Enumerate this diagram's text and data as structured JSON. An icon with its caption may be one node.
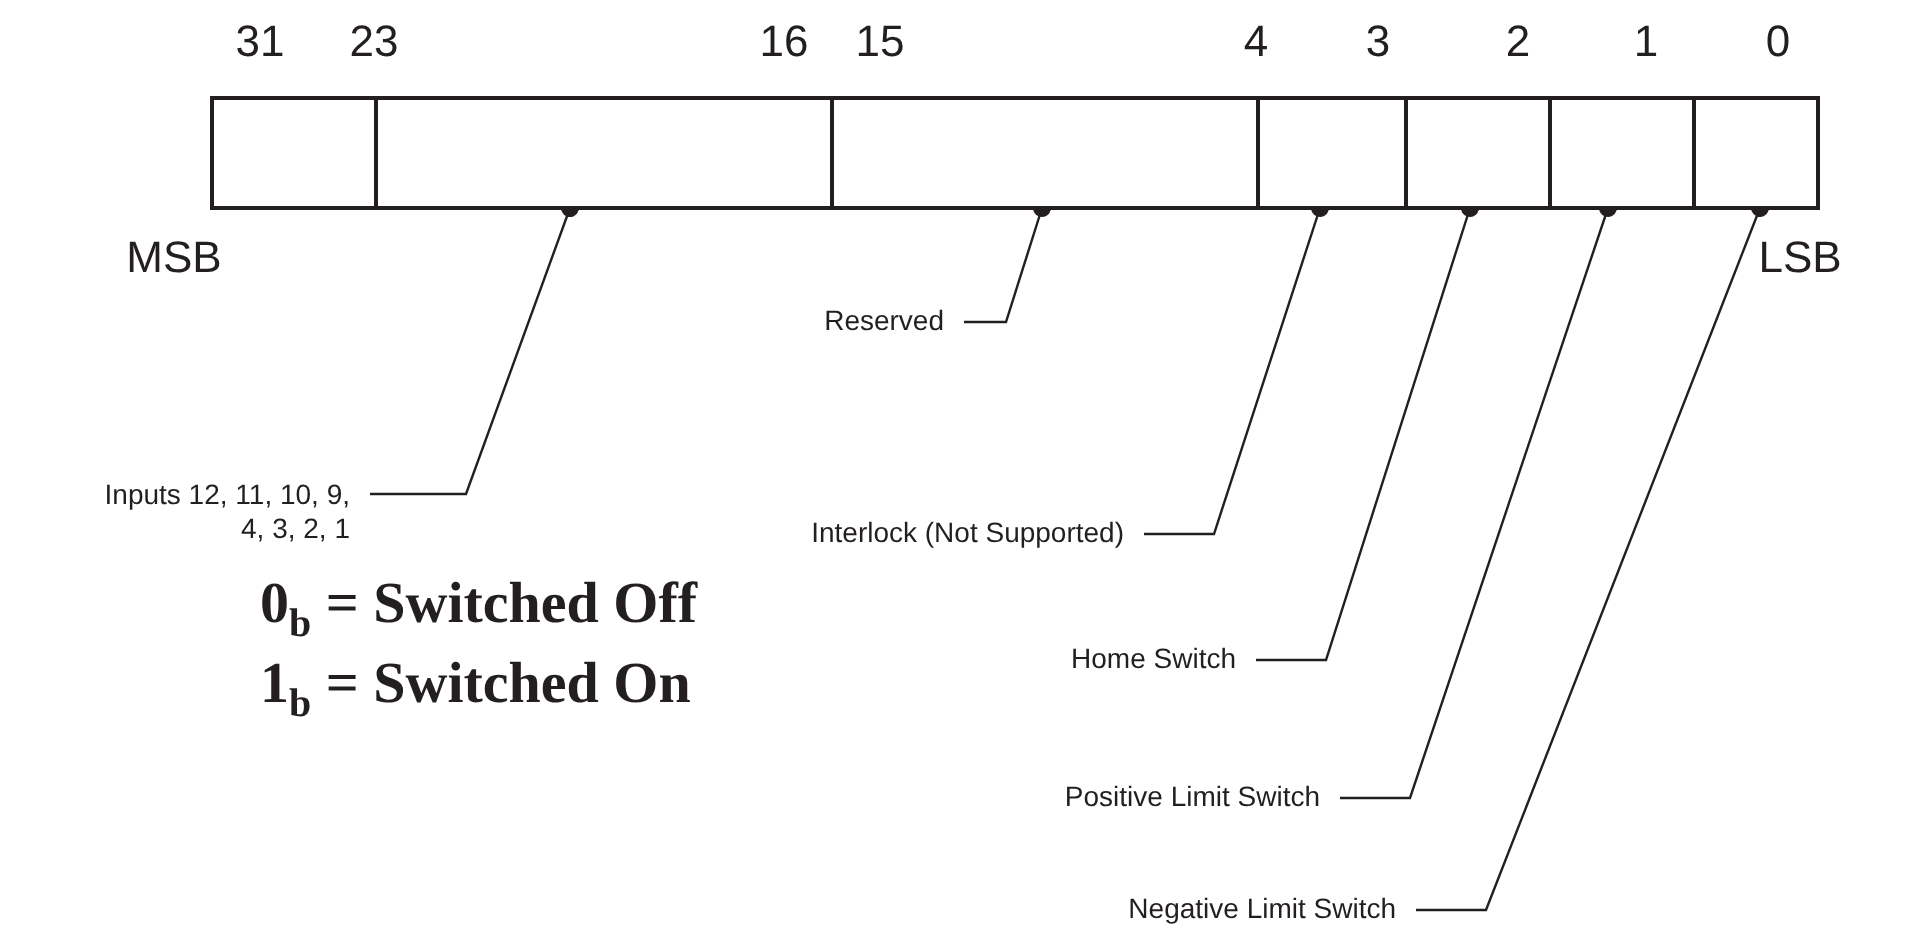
{
  "diagram": {
    "nodes": [
      {
        "text": [],
        "shape": "box"
      },
      {
        "text": [],
        "shape": "box"
      },
      {
        "text": [],
        "shape": "box"
      },
      {
        "text": [],
        "shape": "box"
      },
      {
        "text": [],
        "shape": "box"
      },
      {
        "text": [],
        "shape": "box"
      },
      {
        "text": [],
        "shape": "box"
      },
      {
        "text": [
          "Reserved"
        ]
      },
      {
        "text": [
          "Inputs 12, 11, 10, 9, 4, 3, 2, 1"
        ]
      },
      {
        "text": [
          "Interlock (Not Supported)"
        ]
      },
      {
        "text": [
          "Home Switch"
        ]
      },
      {
        "text": [
          "Positive Limit Switch"
        ]
      },
      {
        "text": [
          "Negative Limit Switch"
        ]
      }
    ],
    "edges": [
      {
        "from": 7,
        "to": 2,
        "arrow": "other"
      },
      {
        "from": 8,
        "to": 1,
        "arrow": "other"
      },
      {
        "from": 9,
        "to": 3,
        "arrow": "other"
      },
      {
        "from": 10,
        "to": 4,
        "arrow": "other"
      },
      {
        "from": 11,
        "to": 5,
        "arrow": "other"
      },
      {
        "from": 12,
        "to": 6,
        "arrow": "other"
      }
    ],
    "labels": [
      "31",
      "23",
      "16",
      "15",
      "4",
      "3",
      "2",
      "1",
      "0",
      "MSB",
      "LSB",
      "0$_{b}$ = Switched Off",
      "1$_{b}$ = Switched On"
    ]
  }
}
